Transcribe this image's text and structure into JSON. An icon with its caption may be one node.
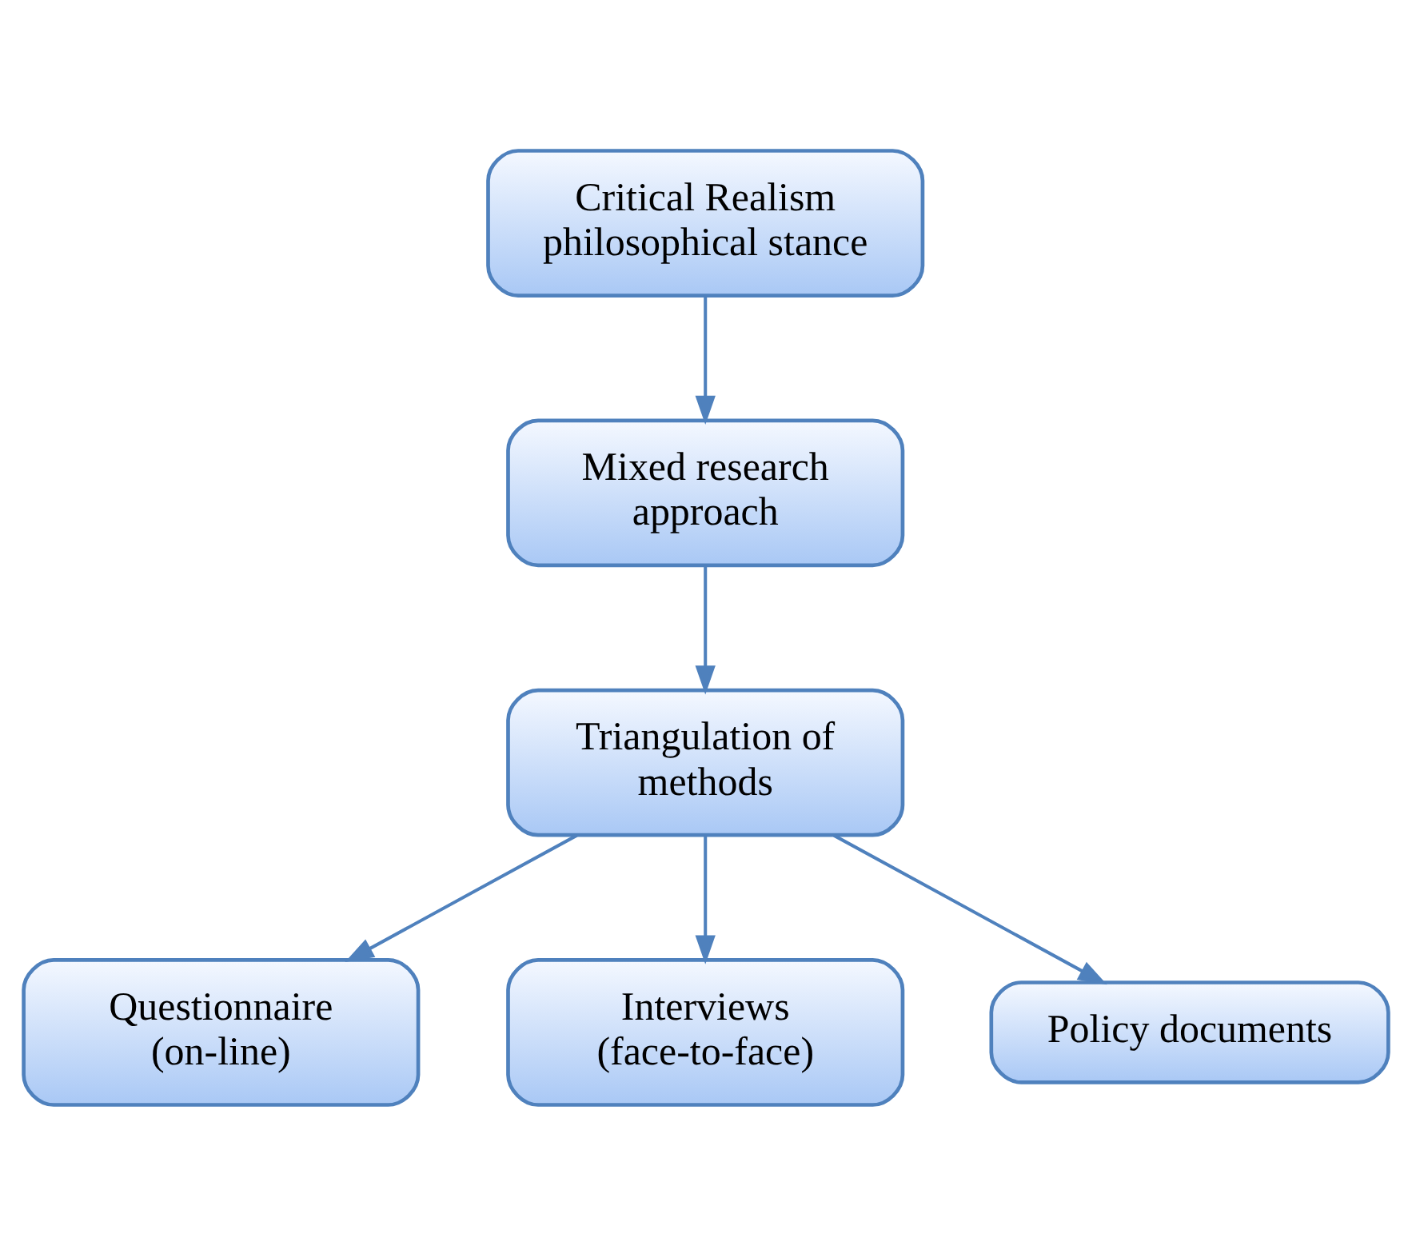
{
  "diagram": {
    "nodes": [
      {
        "text": [
          "Critical Realism philosophical stance"
        ]
      },
      {
        "text": [
          "Mixed research approach"
        ]
      },
      {
        "text": [
          "Triangulation of methods"
        ]
      },
      {
        "text": [
          "Questionnaire (on-line)"
        ]
      },
      {
        "text": [
          "Interviews (face-to-face)"
        ]
      },
      {
        "text": [
          "Policy documents"
        ]
      }
    ],
    "edges": [
      {
        "from": 0,
        "to": 1,
        "arrow": "to"
      },
      {
        "from": 1,
        "to": 2,
        "arrow": "to"
      },
      {
        "from": 2,
        "to": 3,
        "arrow": "to"
      },
      {
        "from": 2,
        "to": 4,
        "arrow": "to"
      },
      {
        "from": 2,
        "to": 5,
        "arrow": "to"
      }
    ]
  }
}
